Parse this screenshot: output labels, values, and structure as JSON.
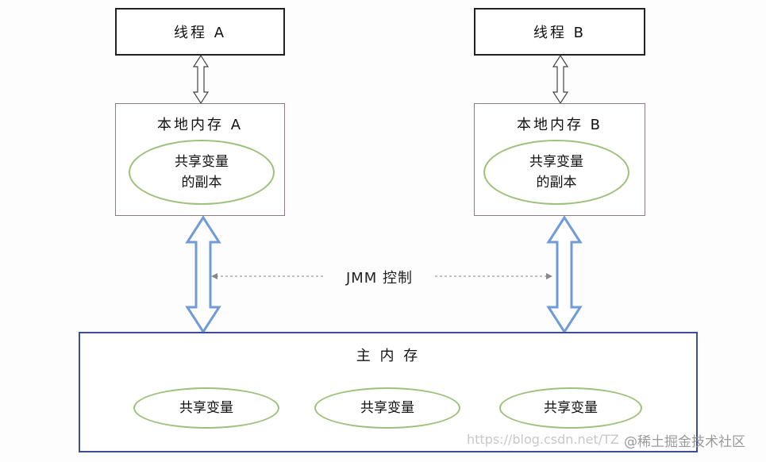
{
  "threads": [
    {
      "label": "线程 A"
    },
    {
      "label": "线程 B"
    }
  ],
  "local_memory": [
    {
      "label": "本地内存 A",
      "copy_line1": "共享变量",
      "copy_line2": "的副本"
    },
    {
      "label": "本地内存 B",
      "copy_line1": "共享变量",
      "copy_line2": "的副本"
    }
  ],
  "jmm_label": "JMM 控制",
  "main_memory": {
    "label": "主 内 存",
    "variables": [
      "共享变量",
      "共享变量",
      "共享变量"
    ]
  },
  "watermark": {
    "url": "https://blog.csdn.net/TZ",
    "brand": "@稀土掘金技术社区"
  },
  "colors": {
    "thread_border": "#222222",
    "main_border": "#3a4e9a",
    "ellipse_border": "#9dc07a",
    "blue_arrow": "#6f9bd8"
  }
}
